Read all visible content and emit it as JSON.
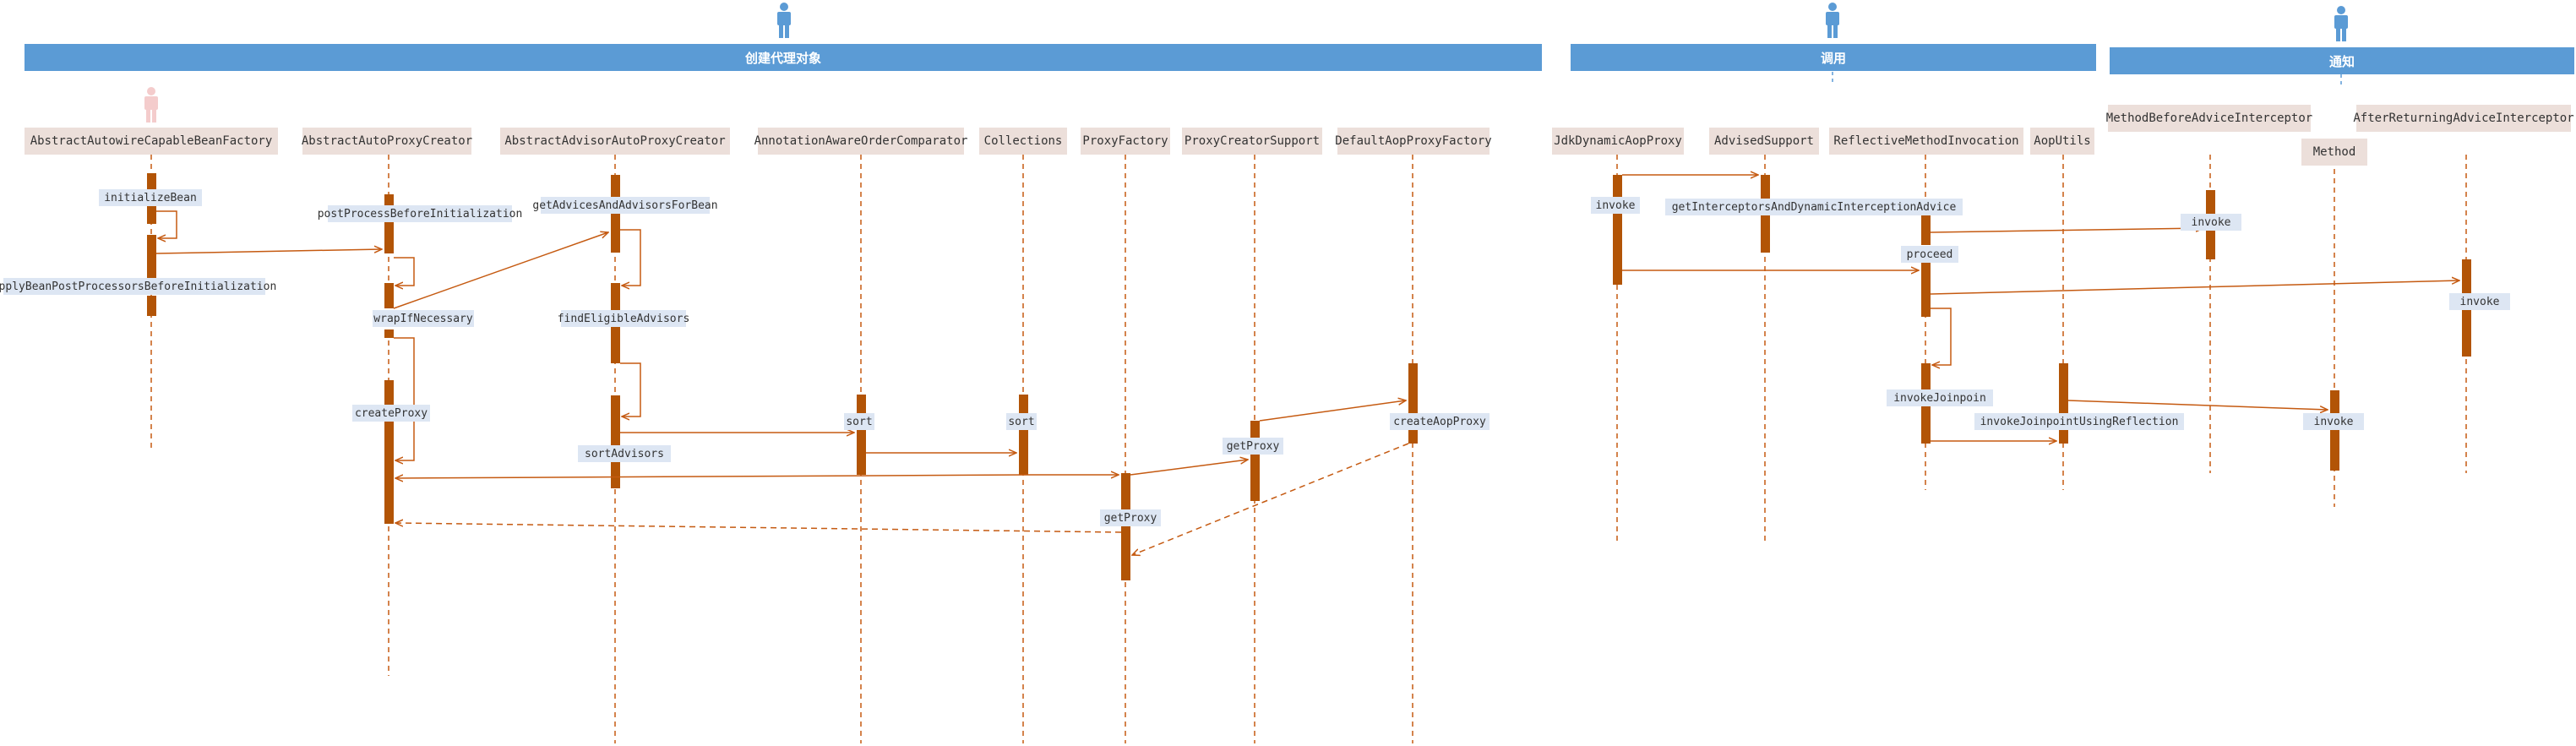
{
  "banners": {
    "create_proxy": "创建代理对象",
    "invoke": "调用",
    "advice": "通知"
  },
  "lifelines": {
    "abstract_autowire_capable_bean_factory": "AbstractAutowireCapableBeanFactory",
    "abstract_auto_proxy_creator": "AbstractAutoProxyCreator",
    "abstract_advisor_auto_proxy_creator": "AbstractAdvisorAutoProxyCreator",
    "annotation_aware_order_comparator": "AnnotationAwareOrderComparator",
    "collections": "Collections",
    "proxy_factory": "ProxyFactory",
    "proxy_creator_support": "ProxyCreatorSupport",
    "default_aop_proxy_factory": "DefaultAopProxyFactory",
    "jdk_dynamic_aop_proxy": "JdkDynamicAopProxy",
    "advised_support": "AdvisedSupport",
    "reflective_method_invocation": "ReflectiveMethodInvocation",
    "aop_utils": "AopUtils",
    "method_before_advice_interceptor": "MethodBeforeAdviceInterceptor",
    "method": "Method",
    "after_returning_advice_interceptor": "AfterReturningAdviceInterceptor"
  },
  "messages": {
    "initialize_bean": "initializeBean",
    "apply_bean_post_processors": "applyBeanPostProcessorsBeforeInitialization",
    "post_process_before_initialization": "postProcessBeforeInitialization",
    "wrap_if_necessary": "wrapIfNecessary",
    "create_proxy": "createProxy",
    "get_advices_and_advisors_for_bean": "getAdvicesAndAdvisorsForBean",
    "find_eligible_advisors": "findEligibleAdvisors",
    "sort_advisors": "sortAdvisors",
    "sort_comparator": "sort",
    "sort_collections": "sort",
    "get_proxy_factory": "getProxy",
    "get_proxy_support": "getProxy",
    "create_aop_proxy": "createAopProxy",
    "invoke_jdk": "invoke",
    "get_interceptors": "getInterceptorsAndDynamicInterceptionAdvice",
    "proceed": "proceed",
    "invoke_joinpoin": "invokeJoinpoin",
    "invoke_joinpoint_using_reflection": "invokeJoinpointUsingReflection",
    "invoke_before": "invoke",
    "invoke_method": "invoke",
    "invoke_after": "invoke"
  },
  "colors": {
    "banner": "#5b9bd5",
    "lifeline_head": "#ecdfda",
    "activation": "#b25406",
    "arrow": "#c55a11",
    "label_bg": "#dde6f3",
    "actor": "#5b9bd5",
    "actor_faded": "#f4cccc"
  }
}
